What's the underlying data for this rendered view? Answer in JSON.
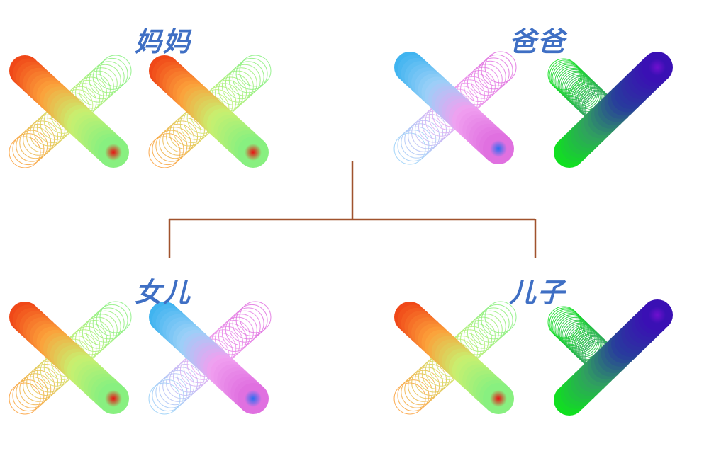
{
  "members": {
    "mother": {
      "label": "妈妈",
      "chromosomes": [
        {
          "shape": "X",
          "gradient": "warm",
          "colors": [
            "#f04818",
            "#fca03a",
            "#c8f070",
            "#88f080"
          ],
          "core": "#e81010"
        },
        {
          "shape": "X",
          "gradient": "warm",
          "colors": [
            "#f04818",
            "#fca03a",
            "#c8f070",
            "#88f080"
          ],
          "core": "#e81010"
        }
      ]
    },
    "father": {
      "label": "爸爸",
      "chromosomes": [
        {
          "shape": "X",
          "gradient": "cool",
          "colors": [
            "#40b4f0",
            "#9ad0f8",
            "#f0a0f0",
            "#e070e0"
          ],
          "core": "#2a6cf0"
        },
        {
          "shape": "Y",
          "gradient": "green-blue",
          "colors": [
            "#10e020",
            "#30a060",
            "#283c9c",
            "#3a10b4"
          ],
          "core": "#7010d0"
        }
      ]
    },
    "daughter": {
      "label": "女儿",
      "chromosomes": [
        {
          "shape": "X",
          "gradient": "warm",
          "colors": [
            "#f04818",
            "#fca03a",
            "#c8f070",
            "#88f080"
          ],
          "core": "#e81010"
        },
        {
          "shape": "X",
          "gradient": "cool",
          "colors": [
            "#40b4f0",
            "#9ad0f8",
            "#f0a0f0",
            "#e070e0"
          ],
          "core": "#2a6cf0"
        }
      ]
    },
    "son": {
      "label": "儿子",
      "chromosomes": [
        {
          "shape": "X",
          "gradient": "warm",
          "colors": [
            "#f04818",
            "#fca03a",
            "#c8f070",
            "#88f080"
          ],
          "core": "#e81010"
        },
        {
          "shape": "Y",
          "gradient": "green-blue",
          "colors": [
            "#10e020",
            "#30a060",
            "#283c9c",
            "#3a10b4"
          ],
          "core": "#7010d0"
        }
      ]
    }
  },
  "connector_color": "#a0522d"
}
